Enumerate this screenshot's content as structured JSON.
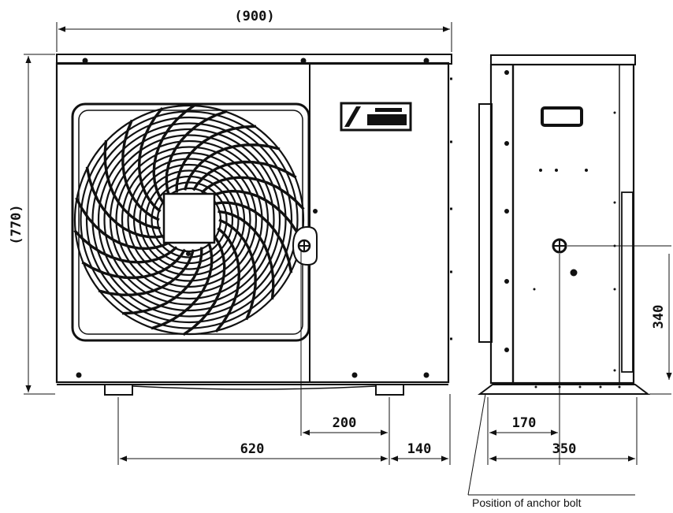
{
  "dimensions": {
    "width_total": "(900)",
    "height_total": "(770)",
    "front_anchor_span": "620",
    "front_right_offset": "140",
    "front_pipe_offset": "200",
    "side_depth": "350",
    "side_pipe_offset": "170",
    "side_pipe_height": "340"
  },
  "labels": {
    "anchor_bolt": "Position of anchor bolt"
  },
  "icons": {
    "fan": "fan-grille-icon",
    "arrow": "dimension-arrow-icon"
  }
}
